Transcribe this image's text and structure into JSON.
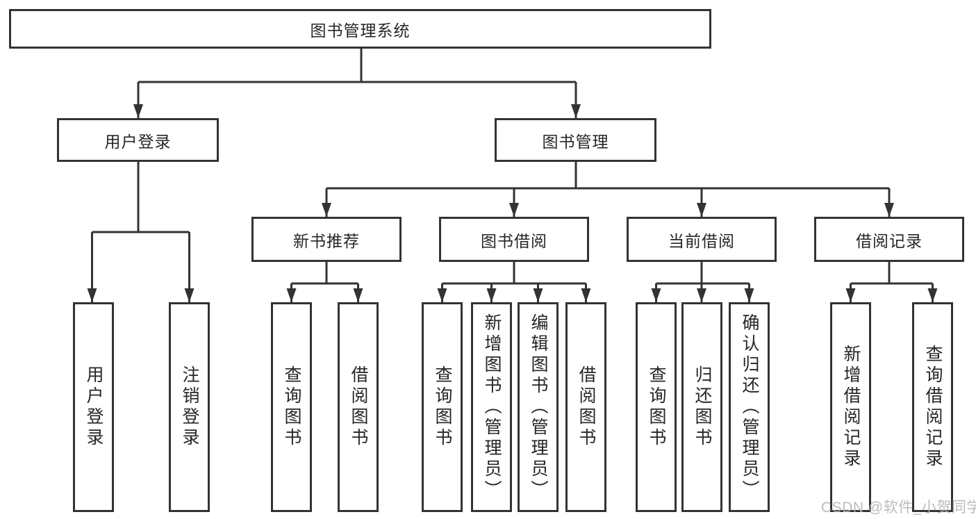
{
  "colors": {
    "line": "#333333",
    "text": "#262626",
    "wm": "#b4b4b4",
    "bg": "#ffffff"
  },
  "watermark": {
    "text": "CSDN @软件_小贺同学"
  },
  "tree": {
    "root": {
      "label": "图书管理系统",
      "children": [
        {
          "label": "用户登录",
          "children": [
            {
              "label": "用户登录"
            },
            {
              "label": "注销登录"
            }
          ]
        },
        {
          "label": "图书管理",
          "children": [
            {
              "label": "新书推荐",
              "children": [
                {
                  "label": "查询图书"
                },
                {
                  "label": "借阅图书"
                }
              ]
            },
            {
              "label": "图书借阅",
              "children": [
                {
                  "label": "查询图书"
                },
                {
                  "label": "新增图书（管理员）"
                },
                {
                  "label": "编辑图书（管理员）"
                },
                {
                  "label": "借阅图书"
                }
              ]
            },
            {
              "label": "当前借阅",
              "children": [
                {
                  "label": "查询图书"
                },
                {
                  "label": "归还图书"
                },
                {
                  "label": "确认归还（管理员）"
                }
              ]
            },
            {
              "label": "借阅记录",
              "children": [
                {
                  "label": "新增借阅记录"
                },
                {
                  "label": "查询借阅记录"
                }
              ]
            }
          ]
        }
      ]
    }
  }
}
